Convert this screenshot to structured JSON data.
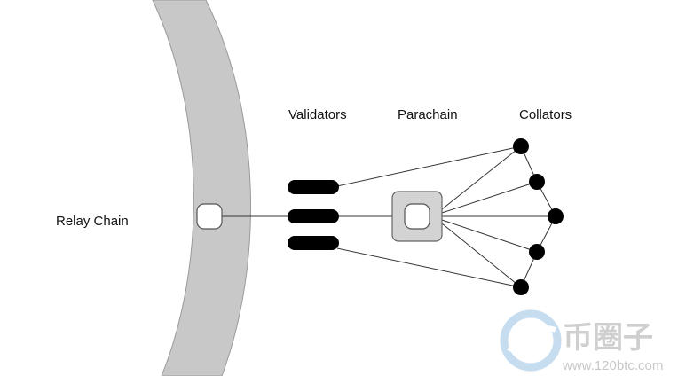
{
  "diagram": {
    "labels": {
      "relay_chain": "Relay Chain",
      "validators": "Validators",
      "parachain": "Parachain",
      "collators": "Collators"
    },
    "validator_count": 3,
    "collator_count": 5
  },
  "watermark": {
    "brand": "币圈子",
    "url": "www.120btc.com"
  },
  "colors": {
    "relay_ring": "#c8c8c8",
    "relay_ring_stroke": "#9a9a9a",
    "parachain_fill": "#d3d3d3",
    "node_black": "#000000",
    "line": "#333333",
    "watermark_blue": "#bcd6ec"
  }
}
